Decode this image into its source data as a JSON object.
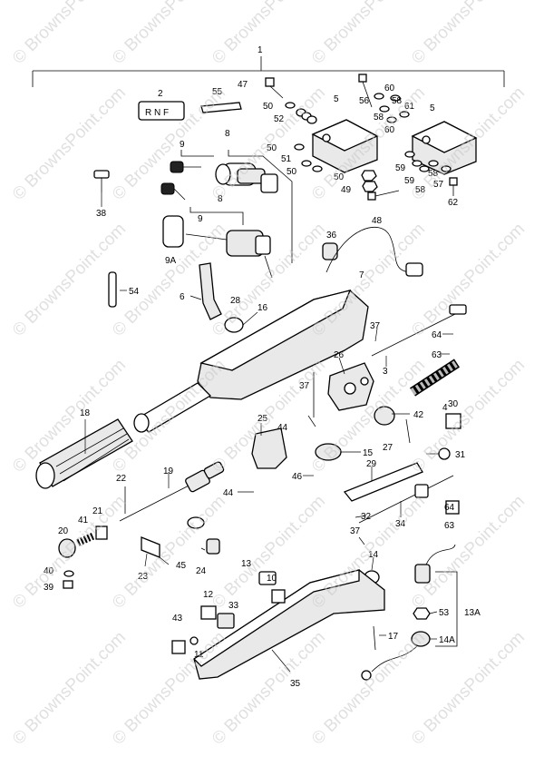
{
  "watermark": "© BrownsPoint.com",
  "sub_label_rnf": "R N F",
  "callouts": [
    "1",
    "2",
    "55",
    "47",
    "50",
    "52",
    "5",
    "56",
    "60",
    "58",
    "61",
    "8",
    "9",
    "51",
    "49",
    "48",
    "59",
    "57",
    "62",
    "38",
    "9A",
    "36",
    "7",
    "54",
    "6",
    "28",
    "16",
    "37",
    "64",
    "63",
    "3",
    "26",
    "4",
    "30",
    "18",
    "25",
    "44",
    "15",
    "42",
    "27",
    "31",
    "22",
    "19",
    "46",
    "29",
    "32",
    "34",
    "21",
    "41",
    "20",
    "24",
    "45",
    "23",
    "40",
    "39",
    "35",
    "13A",
    "14A",
    "14",
    "13",
    "10",
    "12",
    "33",
    "53",
    "43",
    "11",
    "17"
  ]
}
